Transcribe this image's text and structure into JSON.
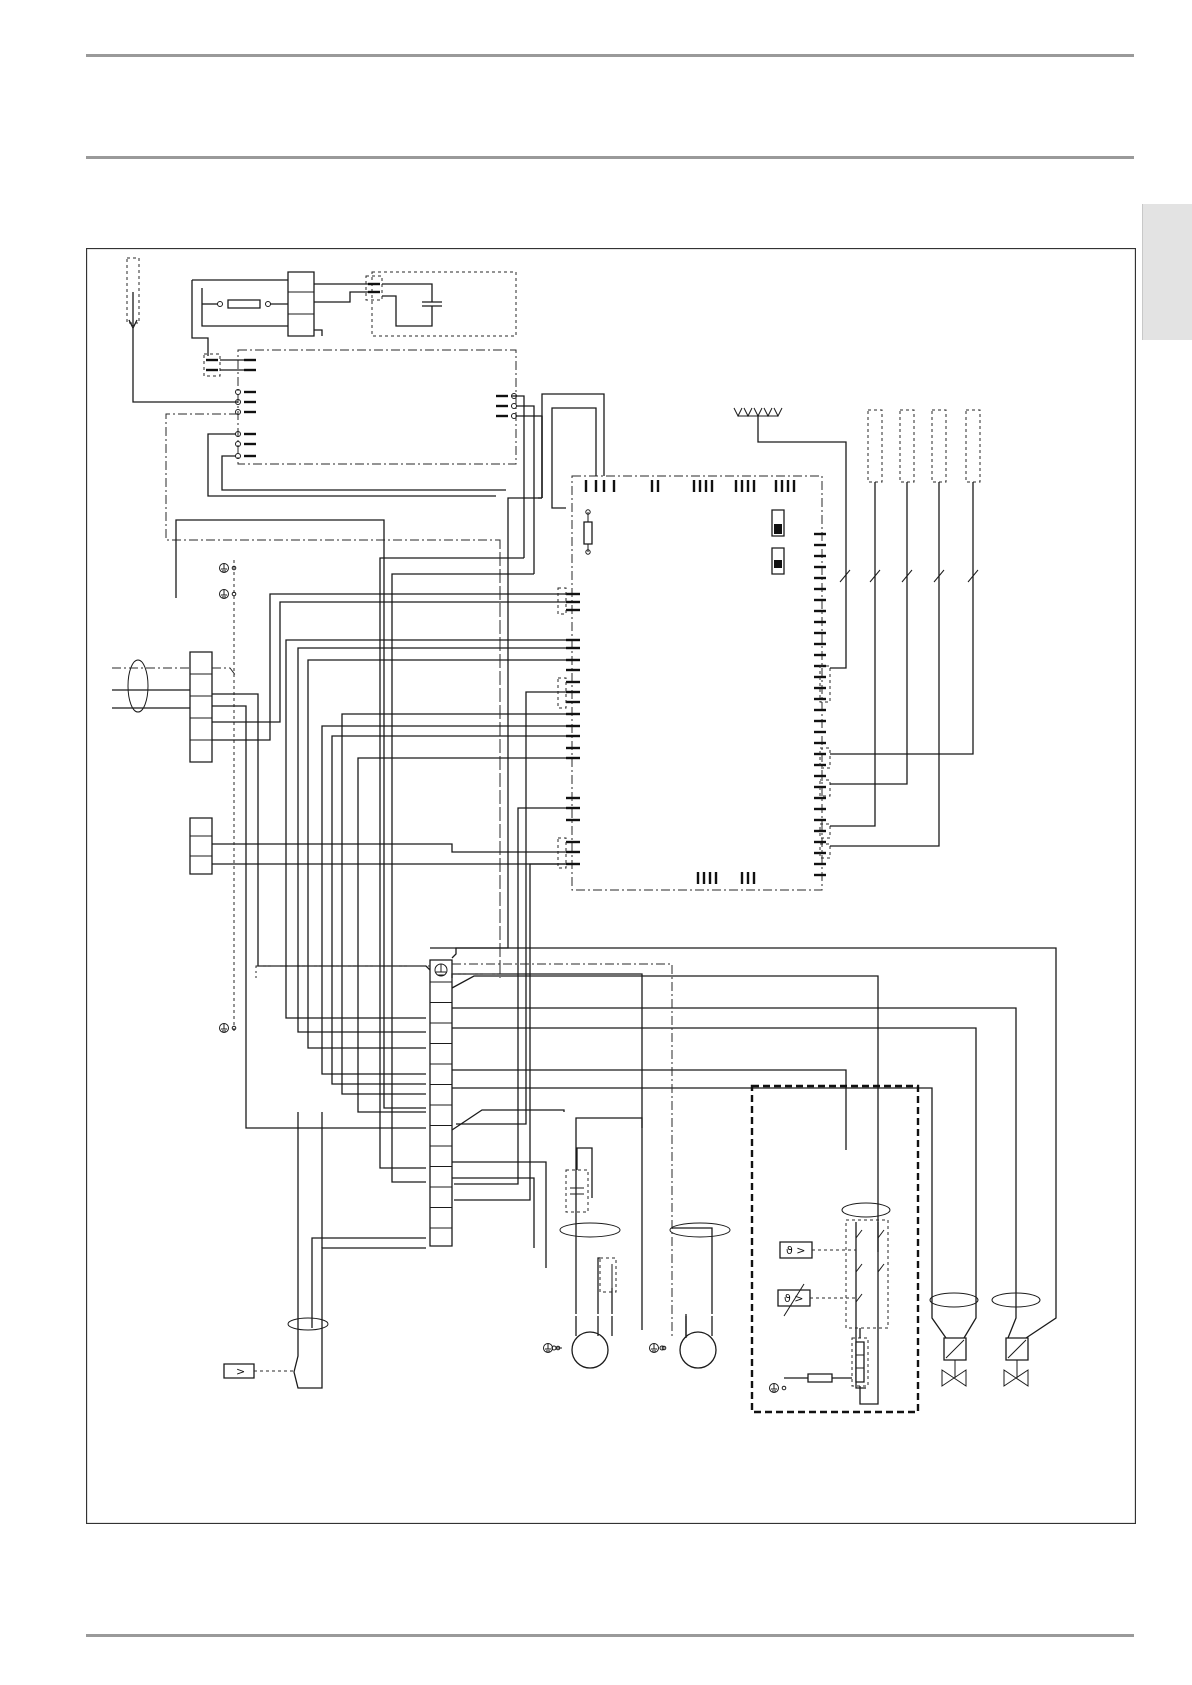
{
  "page": {
    "header_rules": 2,
    "footer_rules": 1,
    "side_tab": true
  },
  "diagram": {
    "frame_visible": true,
    "symbols": {
      "thermostat_label": "ϑ >",
      "pressure_switch_label": ">",
      "ground_icon": "earth-ground-icon",
      "motor_icon": "motor-icon",
      "solenoid_valve_icon": "solenoid-valve-icon"
    },
    "colors": {
      "line": "#1b1b1b",
      "rule": "#9a9a9a",
      "tab": "#e3e3e3"
    }
  }
}
